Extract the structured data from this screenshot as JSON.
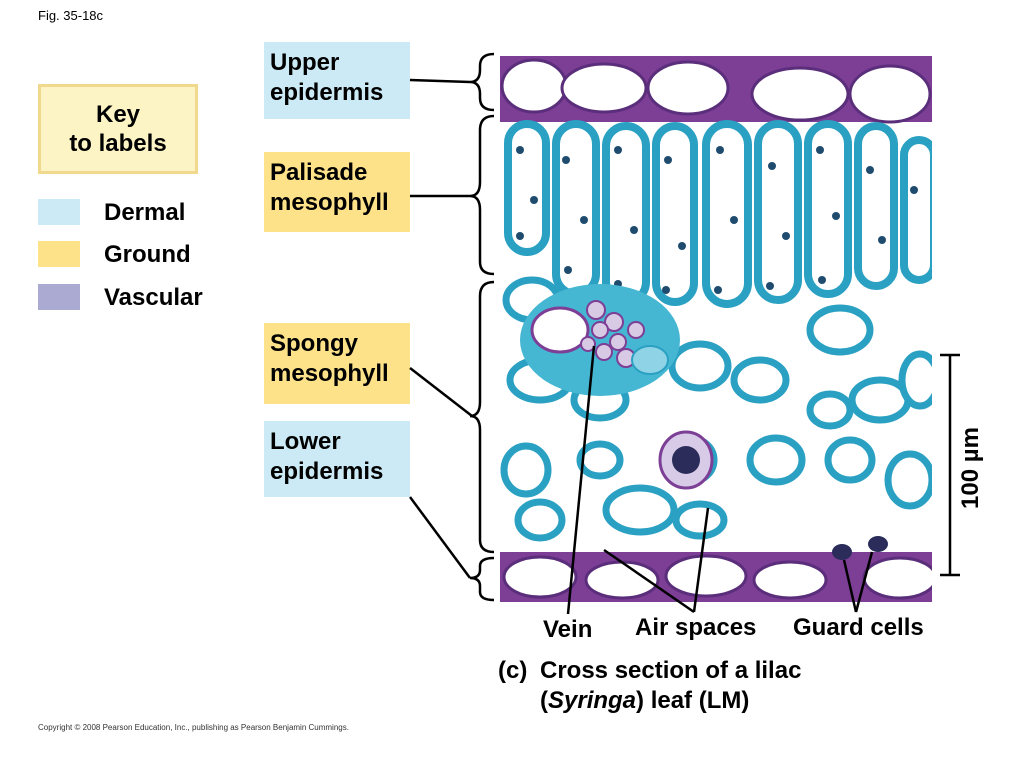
{
  "figure_label": "Fig. 35-18c",
  "key": {
    "line1": "Key",
    "line2": "to labels"
  },
  "legend": [
    {
      "label": "Dermal",
      "color": "#cbeaf5"
    },
    {
      "label": "Ground",
      "color": "#fde28a"
    },
    {
      "label": "Vascular",
      "color": "#aaaad2"
    }
  ],
  "labels": {
    "upper_epidermis": {
      "line1": "Upper",
      "line2": "epidermis",
      "color": "#cbeaf5"
    },
    "palisade_mesophyll": {
      "line1": "Palisade",
      "line2": "mesophyll",
      "color": "#fde28a"
    },
    "spongy_mesophyll": {
      "line1": "Spongy",
      "line2": "mesophyll",
      "color": "#fde28a"
    },
    "lower_epidermis": {
      "line1": "Lower",
      "line2": "epidermis",
      "color": "#cbeaf5"
    }
  },
  "bottom_labels": {
    "vein": "Vein",
    "air_spaces": "Air spaces",
    "guard_cells": "Guard cells"
  },
  "scale_bar": "100 µm",
  "caption": {
    "tag": "(c)",
    "line1": "Cross section of a lilac",
    "line2_open": "(",
    "line2_italic": "Syringa",
    "line2_rest": ") leaf (LM)"
  },
  "copyright": "Copyright © 2008 Pearson Education, Inc., publishing as Pearson Benjamin Cummings."
}
